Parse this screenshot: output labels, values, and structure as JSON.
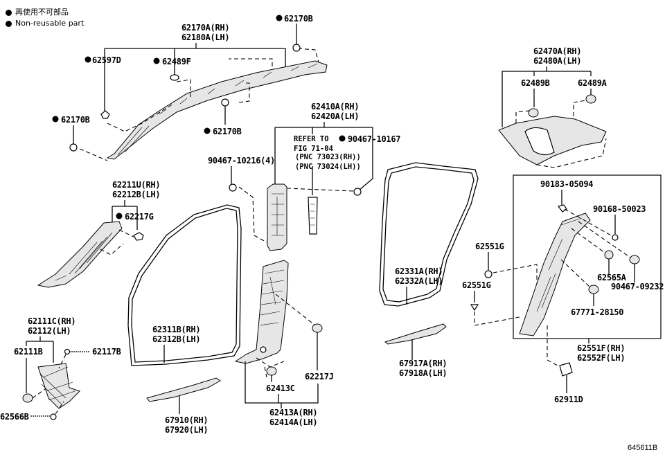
{
  "legend": {
    "marker_color": "#000000",
    "items": [
      {
        "label": "再使用不可部品"
      },
      {
        "label": "Non-reusable part"
      }
    ]
  },
  "diagram_code": "645611B",
  "callouts": {
    "roof_airbag": {
      "rh": "62170A(RH)",
      "lh": "62180A(LH)"
    },
    "c62170B_top": {
      "label": "62170B",
      "non_reusable": true
    },
    "c62597D": {
      "label": "62597D",
      "non_reusable": true
    },
    "c62489F": {
      "label": "62489F",
      "non_reusable": true
    },
    "c62170B_left": {
      "label": "62170B",
      "non_reusable": true
    },
    "c62170B_mid": {
      "label": "62170B",
      "non_reusable": true
    },
    "center_pillar_upper": {
      "rh": "62410A(RH)",
      "lh": "62420A(LH)"
    },
    "refer_note": {
      "line1": "REFER TO",
      "line2": "FIG 71-04",
      "line3": "(PNC 73023(RH))",
      "line4": "(PNC 73024(LH))"
    },
    "c90467_10167": {
      "label": "90467-10167",
      "non_reusable": true
    },
    "c90467_10216": {
      "label": "90467-10216(4)"
    },
    "quarter_trim": {
      "rh": "62470A(RH)",
      "lh": "62480A(LH)"
    },
    "c62489B": {
      "label": "62489B"
    },
    "c62489A": {
      "label": "62489A"
    },
    "front_pillar": {
      "rh": "62211U(RH)",
      "lh": "62212B(LH)"
    },
    "c62217G": {
      "label": "62217G",
      "non_reusable": true
    },
    "rear_weatherstrip": {
      "rh": "62331A(RH)",
      "lh": "62332A(LH)"
    },
    "c62551G_a": {
      "label": "62551G"
    },
    "c62551G_b": {
      "label": "62551G"
    },
    "c90183_05094": {
      "label": "90183-05094"
    },
    "c90168_50023": {
      "label": "90168-50023"
    },
    "c62565A": {
      "label": "62565A"
    },
    "c90467_09232": {
      "label": "90467-09232"
    },
    "c67771_28150": {
      "label": "67771-28150"
    },
    "rear_pillar": {
      "rh": "62551F(RH)",
      "lh": "62552F(LH)"
    },
    "c62911D": {
      "label": "62911D"
    },
    "cowl_side": {
      "rh": "62111C(RH)",
      "lh": "62112(LH)"
    },
    "c62111B": {
      "label": "62111B"
    },
    "c62117B": {
      "label": "62117B"
    },
    "c62566B": {
      "label": "62566B"
    },
    "front_weatherstrip": {
      "rh": "62311B(RH)",
      "lh": "62312B(LH)"
    },
    "front_scuff": {
      "rh": "67910(RH)",
      "lh": "67920(LH)"
    },
    "center_pillar_lower": {
      "rh": "62413A(RH)",
      "lh": "62414A(LH)"
    },
    "c62413C": {
      "label": "62413C"
    },
    "c62217J": {
      "label": "62217J"
    },
    "rear_scuff": {
      "rh": "67917A(RH)",
      "lh": "67918A(LH)"
    }
  }
}
